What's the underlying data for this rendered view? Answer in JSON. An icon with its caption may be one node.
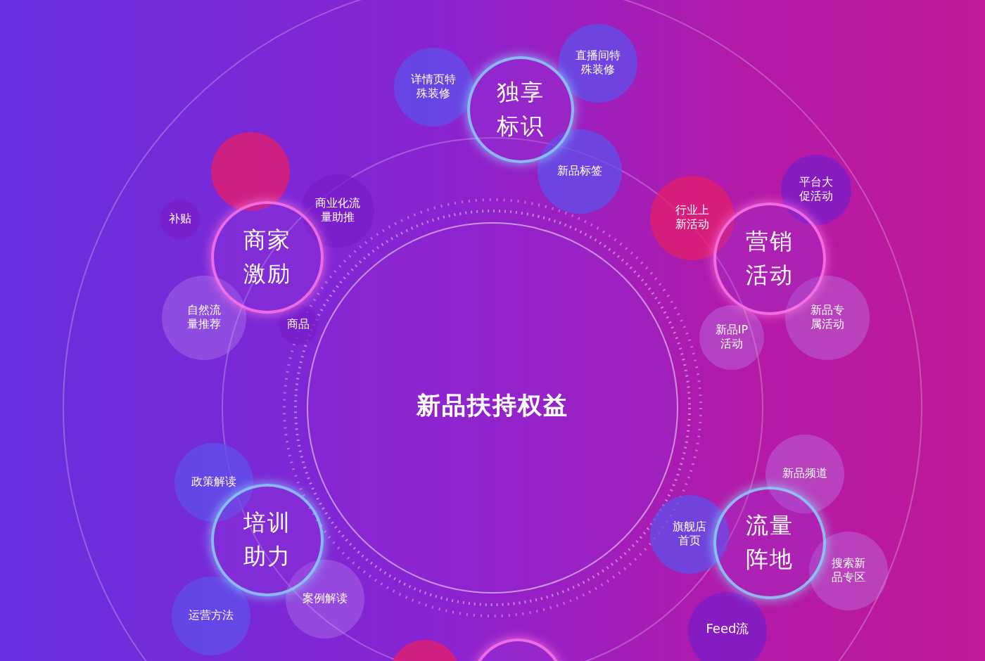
{
  "diagram": {
    "nodes": [
      {
        "text": [
          "详情页特殊装修"
        ]
      },
      {
        "text": [
          "独享标识"
        ]
      },
      {
        "text": [
          "直播间特殊装修"
        ]
      },
      {
        "text": [
          "新品标签"
        ]
      },
      {
        "text": [],
        "shape": "circle"
      },
      {
        "text": [
          "补贴"
        ]
      },
      {
        "text": [
          "商业化流量助推"
        ]
      },
      {
        "text": [
          "商家激励"
        ]
      },
      {
        "text": [
          "自然流量推荐"
        ]
      },
      {
        "text": [
          "商品"
        ]
      },
      {
        "text": [
          "行业上新活动"
        ]
      },
      {
        "text": [
          "平台大促活动"
        ]
      },
      {
        "text": [
          "营销活动"
        ]
      },
      {
        "text": [
          "新品IP活动"
        ]
      },
      {
        "text": [
          "新品专属活动"
        ]
      },
      {
        "text": [
          "新品扶持权益"
        ]
      },
      {
        "text": [
          "政策解读"
        ]
      },
      {
        "text": [
          "培训助力"
        ]
      },
      {
        "text": [
          "运营方法"
        ]
      },
      {
        "text": [
          "案例解读"
        ]
      },
      {
        "text": [
          "新品频道"
        ]
      },
      {
        "text": [
          "旗舰店首页"
        ]
      },
      {
        "text": [
          "流量阵地"
        ]
      },
      {
        "text": [
          "搜索新品专区"
        ]
      },
      {
        "text": [
          "Feed流"
        ]
      },
      {
        "text": [],
        "shape": "circle"
      },
      {
        "text": [],
        "shape": "circle"
      }
    ]
  }
}
